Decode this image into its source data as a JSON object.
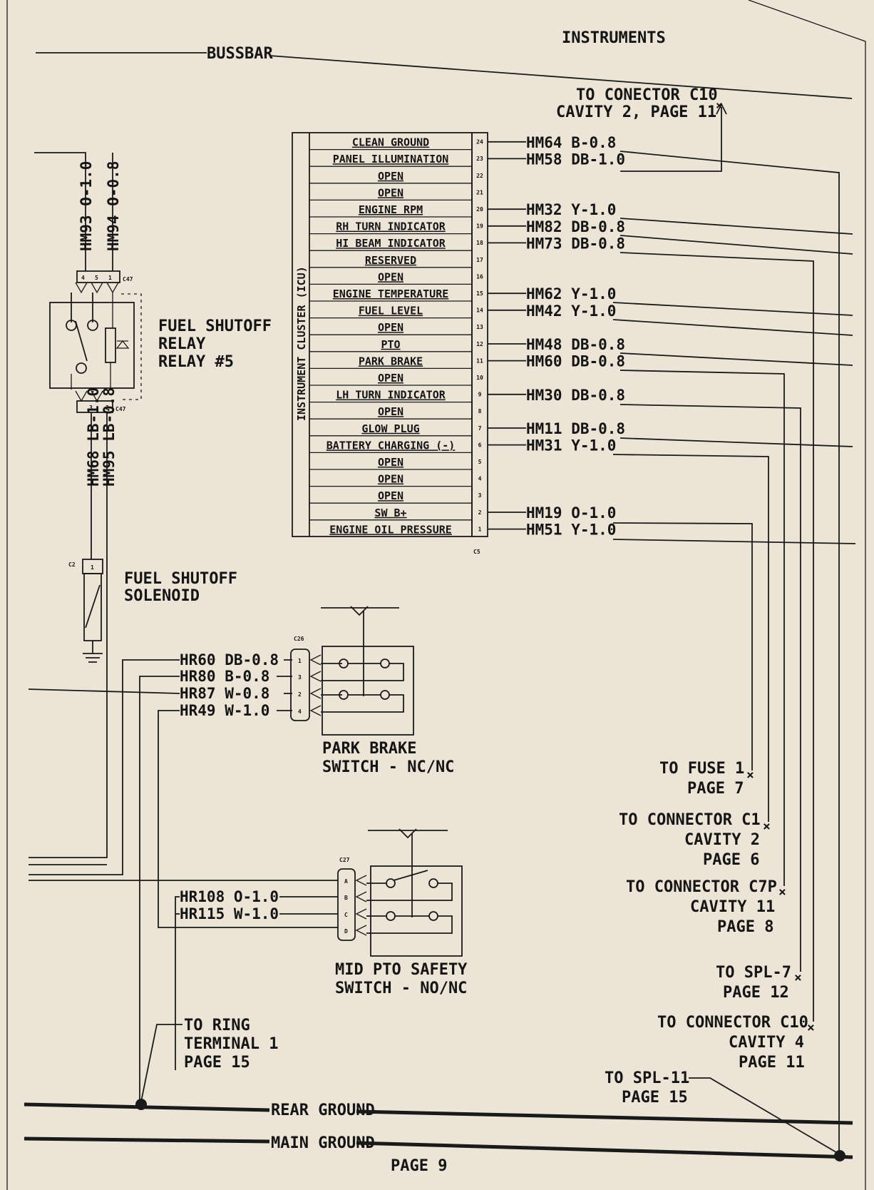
{
  "header": {
    "title": "INSTRUMENTS",
    "bussbar": "BUSSBAR"
  },
  "icu": {
    "title": "INSTRUMENT CLUSTER (ICU)",
    "connector": "C5",
    "rows": [
      {
        "pin": "24",
        "label": "CLEAN GROUND",
        "wire": "HM64 B-0.8"
      },
      {
        "pin": "23",
        "label": "PANEL ILLUMINATION",
        "wire": "HM58 DB-1.0"
      },
      {
        "pin": "22",
        "label": "OPEN",
        "wire": ""
      },
      {
        "pin": "21",
        "label": "OPEN",
        "wire": ""
      },
      {
        "pin": "20",
        "label": "ENGINE RPM",
        "wire": "HM32 Y-1.0"
      },
      {
        "pin": "19",
        "label": "RH TURN INDICATOR",
        "wire": "HM82 DB-0.8"
      },
      {
        "pin": "18",
        "label": "HI BEAM INDICATOR",
        "wire": "HM73 DB-0.8"
      },
      {
        "pin": "17",
        "label": "RESERVED",
        "wire": ""
      },
      {
        "pin": "16",
        "label": "OPEN",
        "wire": ""
      },
      {
        "pin": "15",
        "label": "ENGINE TEMPERATURE",
        "wire": "HM62 Y-1.0"
      },
      {
        "pin": "14",
        "label": "FUEL LEVEL",
        "wire": "HM42 Y-1.0"
      },
      {
        "pin": "13",
        "label": "OPEN",
        "wire": ""
      },
      {
        "pin": "12",
        "label": "PTO",
        "wire": "HM48 DB-0.8"
      },
      {
        "pin": "11",
        "label": "PARK BRAKE",
        "wire": "HM60 DB-0.8"
      },
      {
        "pin": "10",
        "label": "OPEN",
        "wire": ""
      },
      {
        "pin": "9",
        "label": "LH TURN INDICATOR",
        "wire": "HM30 DB-0.8"
      },
      {
        "pin": "8",
        "label": "OPEN",
        "wire": ""
      },
      {
        "pin": "7",
        "label": "GLOW PLUG",
        "wire": "HM11 DB-0.8"
      },
      {
        "pin": "6",
        "label": "BATTERY CHARGING (-)",
        "wire": "HM31 Y-1.0"
      },
      {
        "pin": "5",
        "label": "OPEN",
        "wire": ""
      },
      {
        "pin": "4",
        "label": "OPEN",
        "wire": ""
      },
      {
        "pin": "3",
        "label": "OPEN",
        "wire": ""
      },
      {
        "pin": "2",
        "label": "SW B+",
        "wire": "HM19 O-1.0"
      },
      {
        "pin": "1",
        "label": "ENGINE OIL PRESSURE",
        "wire": "HM51 Y-1.0"
      }
    ]
  },
  "connector_c10_top": {
    "line1": "TO CONECTOR C10",
    "line2": "CAVITY 2, PAGE 11"
  },
  "relay": {
    "top_wires": [
      "HM93 O-1.0",
      "HM94 O-0.8"
    ],
    "bottom_wires": [
      "HM68 LB-1.0",
      "HM95 LB-0.8"
    ],
    "conn_top": "C47",
    "conn_bottom": "C47",
    "pins_top": [
      "4",
      "5",
      "1"
    ],
    "pins_bottom": [
      "3",
      "2"
    ],
    "label": [
      "FUEL SHUTOFF",
      "RELAY",
      "RELAY #5"
    ]
  },
  "solenoid": {
    "label": [
      "FUEL SHUTOFF",
      "SOLENOID"
    ],
    "conn": "C2",
    "pin": "1"
  },
  "park_brake": {
    "conn": "C26",
    "wires": [
      "HR60 DB-0.8",
      "HR80 B-0.8",
      "HR87 W-0.8",
      "HR49 W-1.0"
    ],
    "pins": [
      "1",
      "3",
      "2",
      "4"
    ],
    "label": [
      "PARK BRAKE",
      "SWITCH - NC/NC"
    ]
  },
  "mid_pto": {
    "conn": "C27",
    "wires": [
      "HR108 O-1.0",
      "HR115 W-1.0"
    ],
    "pins": [
      "A",
      "B",
      "C",
      "D"
    ],
    "label": [
      "MID PTO SAFETY",
      "SWITCH - NO/NC"
    ]
  },
  "refs": {
    "fuse1": [
      "TO FUSE 1",
      "PAGE 7"
    ],
    "c1": [
      "TO CONNECTOR C1",
      "CAVITY 2",
      "PAGE 6"
    ],
    "c7p": [
      "TO CONNECTOR C7P",
      "CAVITY 11",
      "PAGE 8"
    ],
    "spl7": [
      "TO SPL-7",
      "PAGE 12"
    ],
    "c10": [
      "TO CONNECTOR C10",
      "CAVITY 4",
      "PAGE 11"
    ],
    "spl11": [
      "TO SPL-11",
      "PAGE 15"
    ],
    "ring": [
      "TO RING",
      "TERMINAL 1",
      "PAGE 15"
    ]
  },
  "grounds": {
    "rear": "REAR GROUND",
    "main": "MAIN GROUND"
  },
  "footer": {
    "page": "PAGE 9"
  }
}
